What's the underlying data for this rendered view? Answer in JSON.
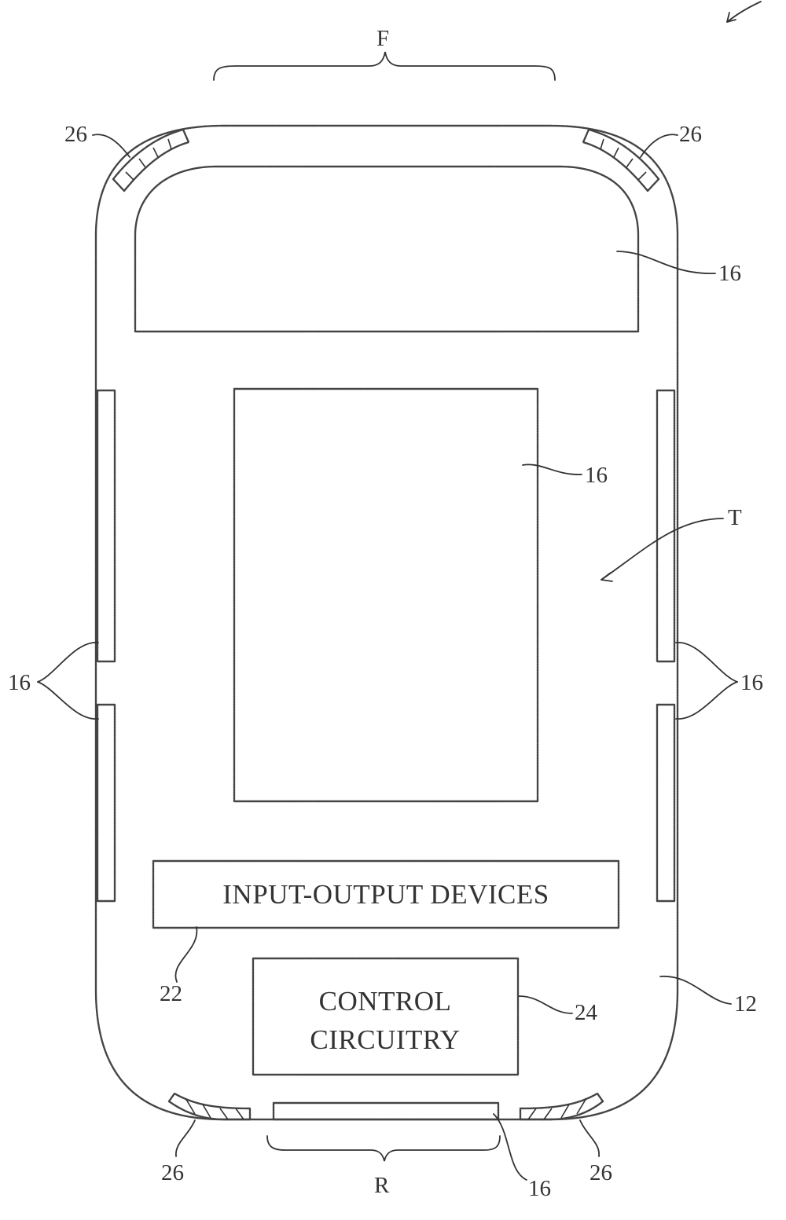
{
  "labels": {
    "front": "F",
    "rear": "R",
    "top": "T",
    "body": "12",
    "window_front": "16",
    "window_roof": "16",
    "windows_left": "16",
    "windows_right": "16",
    "window_rear": "16",
    "io_ref": "22",
    "control_ref": "24",
    "lights_front_left": "26",
    "lights_front_right": "26",
    "lights_rear_left": "26",
    "lights_rear_right": "26"
  },
  "boxes": {
    "io_devices": "INPUT-OUTPUT DEVICES",
    "control_line1": "CONTROL",
    "control_line2": "CIRCUITRY"
  }
}
